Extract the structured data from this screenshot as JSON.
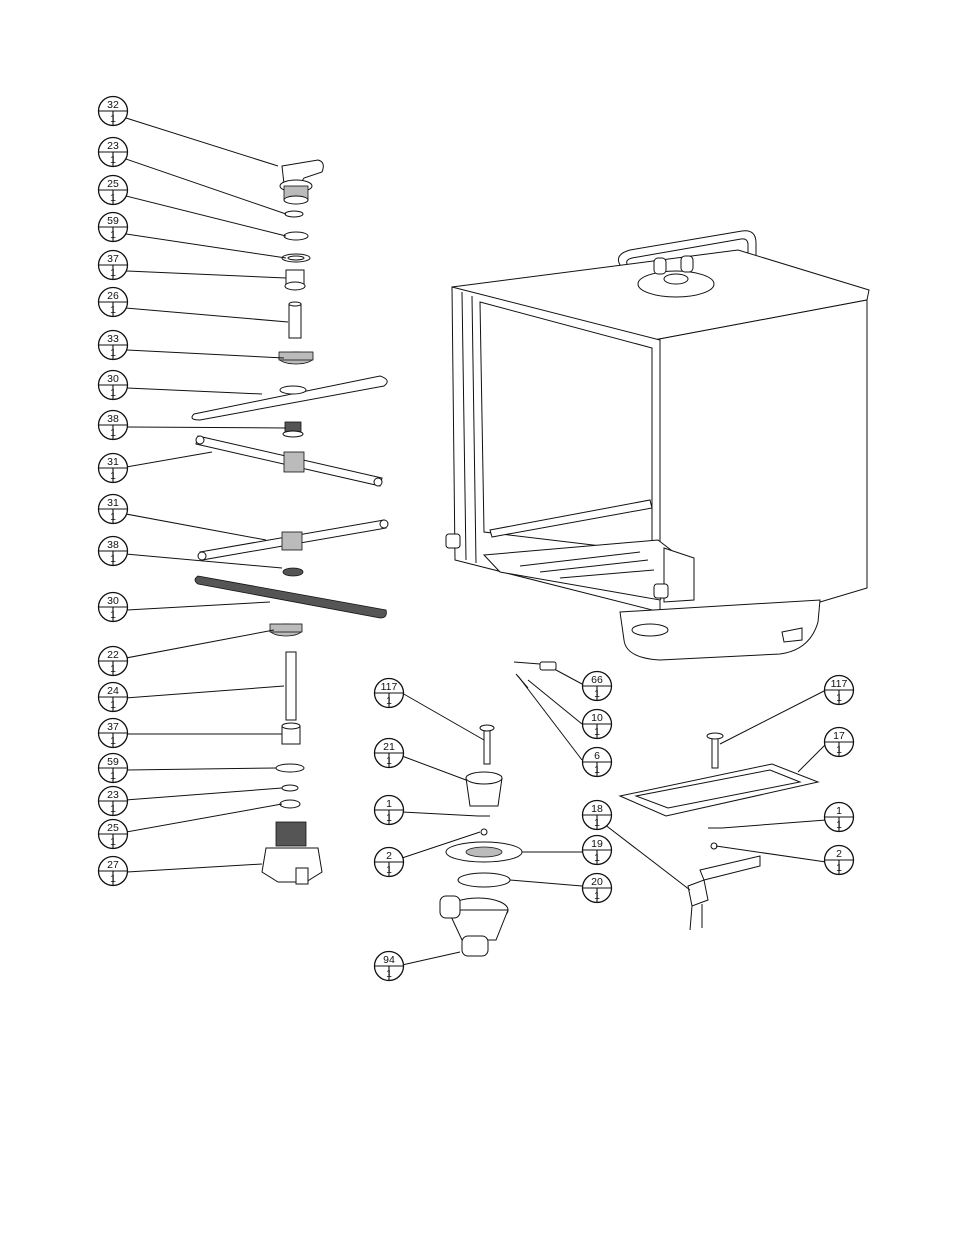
{
  "callouts": [
    {
      "id": "c32",
      "number": "32",
      "qty": "1"
    },
    {
      "id": "c23a",
      "number": "23",
      "qty": "1"
    },
    {
      "id": "c25a",
      "number": "25",
      "qty": "1"
    },
    {
      "id": "c59a",
      "number": "59",
      "qty": "1"
    },
    {
      "id": "c37a",
      "number": "37",
      "qty": "1"
    },
    {
      "id": "c26",
      "number": "26",
      "qty": "1"
    },
    {
      "id": "c33",
      "number": "33",
      "qty": "1"
    },
    {
      "id": "c30a",
      "number": "30",
      "qty": "1"
    },
    {
      "id": "c38a",
      "number": "38",
      "qty": "1"
    },
    {
      "id": "c31a",
      "number": "31",
      "qty": "1"
    },
    {
      "id": "c31b",
      "number": "31",
      "qty": "1"
    },
    {
      "id": "c38b",
      "number": "38",
      "qty": "1"
    },
    {
      "id": "c30b",
      "number": "30",
      "qty": "1"
    },
    {
      "id": "c22",
      "number": "22",
      "qty": "1"
    },
    {
      "id": "c24",
      "number": "24",
      "qty": "1"
    },
    {
      "id": "c37b",
      "number": "37",
      "qty": "1"
    },
    {
      "id": "c59b",
      "number": "59",
      "qty": "1"
    },
    {
      "id": "c23b",
      "number": "23",
      "qty": "1"
    },
    {
      "id": "c25b",
      "number": "25",
      "qty": "1"
    },
    {
      "id": "c27",
      "number": "27",
      "qty": "1"
    },
    {
      "id": "c117a",
      "number": "117",
      "qty": "1"
    },
    {
      "id": "c21",
      "number": "21",
      "qty": "1"
    },
    {
      "id": "c1a",
      "number": "1",
      "qty": "1"
    },
    {
      "id": "c2a",
      "number": "2",
      "qty": "1"
    },
    {
      "id": "c94",
      "number": "94",
      "qty": "1"
    },
    {
      "id": "c66",
      "number": "66",
      "qty": "1"
    },
    {
      "id": "c10",
      "number": "10",
      "qty": "1"
    },
    {
      "id": "c6",
      "number": "6",
      "qty": "1"
    },
    {
      "id": "c19",
      "number": "19",
      "qty": "1"
    },
    {
      "id": "c20",
      "number": "20",
      "qty": "1"
    },
    {
      "id": "c18",
      "number": "18",
      "qty": "1"
    },
    {
      "id": "c117b",
      "number": "117",
      "qty": "1"
    },
    {
      "id": "c17",
      "number": "17",
      "qty": "1"
    },
    {
      "id": "c1b",
      "number": "1",
      "qty": "1"
    },
    {
      "id": "c2b",
      "number": "2",
      "qty": "1"
    }
  ]
}
